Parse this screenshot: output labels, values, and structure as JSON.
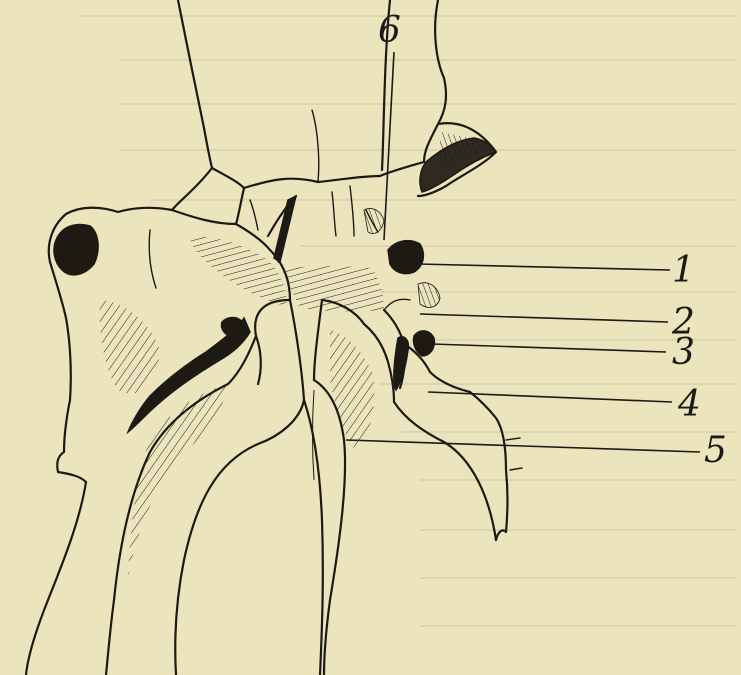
{
  "figure": {
    "labels": [
      {
        "id": "1",
        "text": "1"
      },
      {
        "id": "2",
        "text": "2"
      },
      {
        "id": "3",
        "text": "3"
      },
      {
        "id": "4",
        "text": "4"
      },
      {
        "id": "5",
        "text": "5"
      },
      {
        "id": "6",
        "text": "6"
      }
    ]
  },
  "colors": {
    "paper": "#ece4bd",
    "ink": "#1d1a14",
    "bleed": "#c9c0a0"
  }
}
